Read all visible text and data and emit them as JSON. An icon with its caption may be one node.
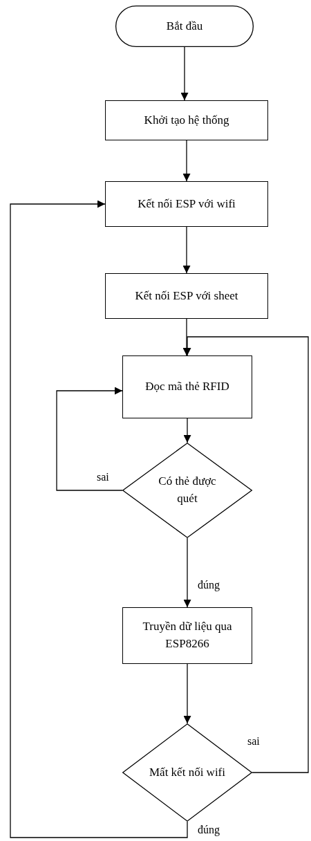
{
  "diagram": {
    "nodes": [
      {
        "text": [
          "Bắt đầu"
        ]
      },
      {
        "text": [
          "Khởi tạo hệ thống"
        ]
      },
      {
        "text": [
          "Kết nối ESP với wifi"
        ]
      },
      {
        "text": [
          "Kết nối ESP với sheet"
        ]
      },
      {
        "text": [
          "Đọc mã thẻ RFID"
        ]
      },
      {
        "text": [
          "Có thẻ được quét"
        ]
      },
      {
        "text": [
          "Truyền dữ liệu qua ESP8266"
        ]
      },
      {
        "text": [
          "Mất kết nối wifi"
        ]
      }
    ],
    "edges": [
      {
        "from": 0,
        "to": 1,
        "arrow": "to"
      },
      {
        "from": 1,
        "to": 2,
        "arrow": "to"
      },
      {
        "from": 2,
        "to": 3,
        "arrow": "to"
      },
      {
        "from": 3,
        "to": 4,
        "arrow": "to"
      },
      {
        "from": 4,
        "to": 5,
        "arrow": "to"
      },
      {
        "from": 5,
        "to": 4,
        "arrow": "to",
        "label": "sai"
      },
      {
        "from": 5,
        "to": 6,
        "arrow": "to",
        "label": "đúng"
      },
      {
        "from": 6,
        "to": 7,
        "arrow": "to"
      },
      {
        "from": 7,
        "to": 4,
        "arrow": "to",
        "label": "sai"
      },
      {
        "from": 7,
        "to": 2,
        "arrow": "to",
        "label": "đúng"
      }
    ]
  }
}
